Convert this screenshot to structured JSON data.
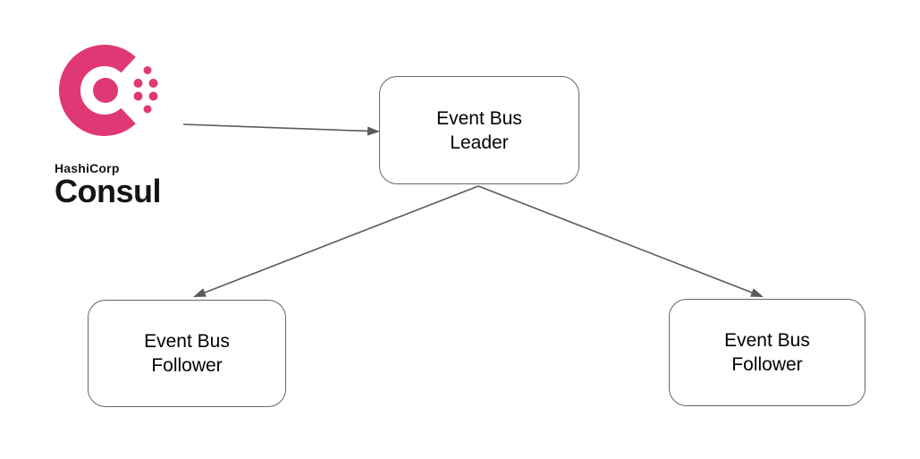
{
  "logo": {
    "brand": "HashiCorp",
    "product": "Consul",
    "icon": "consul-logo-icon"
  },
  "nodes": {
    "leader": {
      "line1": "Event Bus",
      "line2": "Leader"
    },
    "follower_left": {
      "line1": "Event Bus",
      "line2": "Follower"
    },
    "follower_right": {
      "line1": "Event Bus",
      "line2": "Follower"
    }
  },
  "edges": [
    {
      "from": "consul-logo",
      "to": "leader"
    },
    {
      "from": "leader",
      "to": "follower_left"
    },
    {
      "from": "leader",
      "to": "follower_right"
    }
  ],
  "colors": {
    "brand_pink": "#e03875",
    "logo_text": "#151515",
    "connector": "#5b5b5b",
    "node_border": "#666666",
    "node_fill": "#ffffff",
    "node_text": "#000000",
    "background": "#ffffff"
  }
}
